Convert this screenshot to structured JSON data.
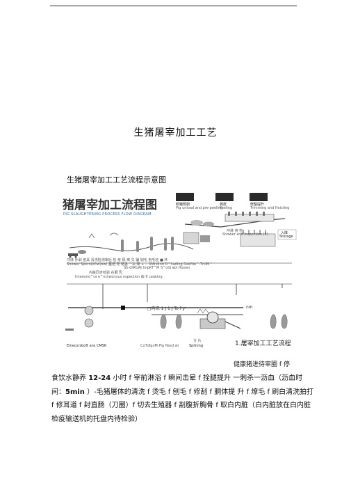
{
  "doc": {
    "title": "生猪屠宰加工工艺",
    "subtitle": "生猪屠宰加工工艺流程示意图"
  },
  "diagram": {
    "heading": "猪屠宰加工流程图",
    "heading_en": "PIG SLAUGHTERING PROCESS FLOW DIAGRAM",
    "top_labels": [
      {
        "zh": "卸猪预剥",
        "en": "Pig unload and pre-peeling"
      },
      {
        "zh": "剥皮",
        "en": "Peeling"
      },
      {
        "zh": "修整提升",
        "en": "Trimming and Hoisting"
      }
    ],
    "shower_zh": "冲淋 待 检",
    "shower_en": "Shower and Inspection (ii)",
    "storage_zh": "入库",
    "storage_en": "Storage",
    "mid_row_zh": "冲淋     外剥 剖具 清洗检测宰后 检 疫 隔 离 失 骗      剔毛       剖毛检 ■ M",
    "mid_row_en": "Shower Sporn(kftw(ow) 塞结   死  略各 ^决  降 + -. UMndind D^hadlng Dekftle^.TnlIM^",
    "mid_row_en2": "Sh-dllKUAt     lnlpKT^M     S^old     abl Hoswn",
    "mid_row_zh2": "内脏同步检验 在胴 乳",
    "mid_row_en3": "Intemolo^ra e^nctwonous nspection 由 fl ceaking",
    "lower_mid": "□向讯  1 J  1 J  To f y'",
    "nm": "nm",
    "bottom_left": "Emecsrsboft ans CMSK",
    "bottom_mid": "CuTdlgoM Plg fleed wi",
    "splining_zh": "分 片",
    "splining_en": "Splining"
  },
  "caption_right": "1.屠宰加工工艺流程",
  "caption_right2": "健康猪进待宰圈 f 停",
  "paragraph": {
    "line1_a": "食饮水静养 ",
    "line1_b": "12-24",
    "line1_c": " 小时 f 宰前淋浴 f 瞬间击晕 f 拴腿提升  一刺杀一沥血（沥血时",
    "line2_a": "间：",
    "line2_b": "5min",
    "line2_c": " ）-毛猪屠体的清洗 f 烫毛 f 刨毛 f 修刮 f 胴体提  升 f 燎毛 f 刷白清洗拍打",
    "line3": "f 修耳道 f 封直肠（刀圈）f 切去生殖器 f 剖腹折胸骨 f 取白内脏（白内脏放在白内脏",
    "line4": "检疫输送机的托盘内待检验）"
  }
}
